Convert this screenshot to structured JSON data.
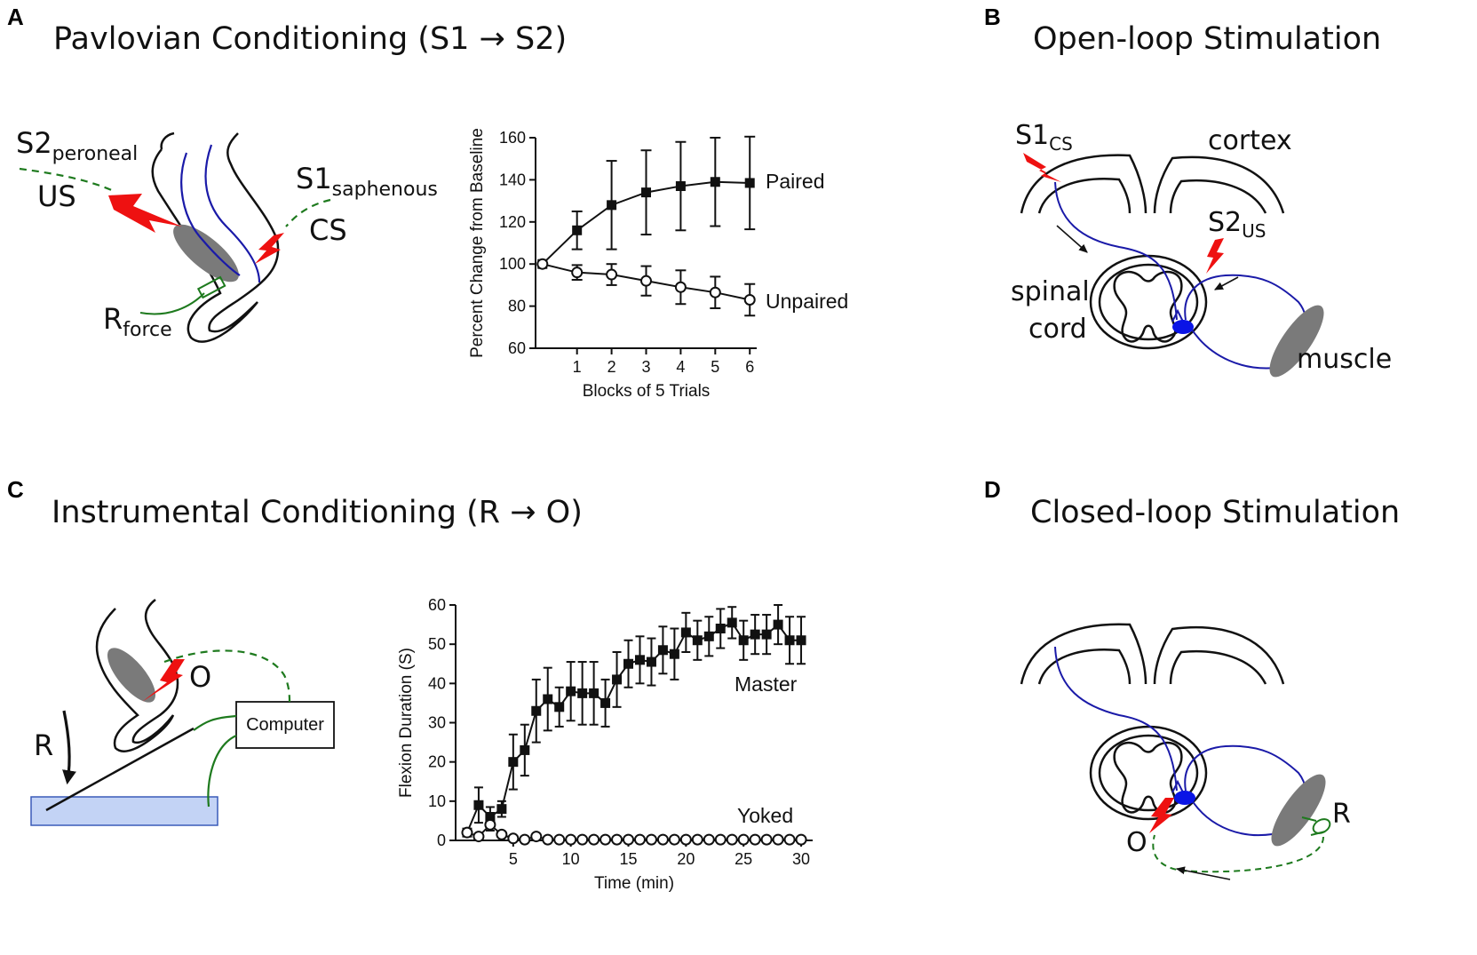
{
  "panels": {
    "A": {
      "letter": "A",
      "title": "Pavlovian Conditioning (S1 → S2)",
      "labels": {
        "s2": "S2",
        "s2_sub": "peroneal",
        "us": "US",
        "s1": "S1",
        "s1_sub": "saphenous",
        "cs": "CS",
        "r": "R",
        "r_sub": "force"
      }
    },
    "B": {
      "letter": "B",
      "title": "Open-loop Stimulation",
      "labels": {
        "s1": "S1",
        "s1_sub": "CS",
        "cortex": "cortex",
        "s2": "S2",
        "s2_sub": "US",
        "spinal": "spinal",
        "cord": "cord",
        "muscle": "muscle"
      }
    },
    "C": {
      "letter": "C",
      "title": "Instrumental Conditioning (R → O)",
      "labels": {
        "o": "O",
        "r": "R",
        "computer": "Computer"
      }
    },
    "D": {
      "letter": "D",
      "title": "Closed-loop Stimulation",
      "labels": {
        "r": "R",
        "o": "O"
      }
    }
  },
  "colors": {
    "neuron": "#1a1aa8",
    "stim": "#ee1111",
    "green": "#1e7a1e",
    "muscle_gray": "#7a7a7a",
    "platform": "#c3d3f5",
    "nucleus": "#0a14e6"
  },
  "chart_data": [
    {
      "type": "line",
      "xlabel": "Blocks of 5 Trials",
      "ylabel": "Percent Change from Baseline",
      "xlim": [
        -0.2,
        6.2
      ],
      "ylim": [
        60,
        160
      ],
      "xticks": [
        1,
        2,
        3,
        4,
        5,
        6
      ],
      "yticks": [
        60,
        80,
        100,
        120,
        140,
        160
      ],
      "series": [
        {
          "name": "Paired",
          "marker": "filled-square",
          "x": [
            0,
            1,
            2,
            3,
            4,
            5,
            6
          ],
          "y": [
            100,
            116,
            128,
            134,
            137,
            139,
            138.5
          ],
          "err": [
            0,
            9,
            21,
            20,
            21,
            21,
            22
          ]
        },
        {
          "name": "Unpaired",
          "marker": "open-circle",
          "x": [
            0,
            1,
            2,
            3,
            4,
            5,
            6
          ],
          "y": [
            100,
            96,
            95,
            92,
            89,
            86.5,
            83
          ],
          "err": [
            0,
            3.5,
            5,
            7,
            8,
            7.5,
            7.5
          ]
        }
      ]
    },
    {
      "type": "line",
      "xlabel": "Time (min)",
      "ylabel": "Flexion Duration (S)",
      "xlim": [
        0,
        31
      ],
      "ylim": [
        0,
        60
      ],
      "xticks": [
        5,
        10,
        15,
        20,
        25,
        30
      ],
      "yticks": [
        0,
        10,
        20,
        30,
        40,
        50,
        60
      ],
      "series": [
        {
          "name": "Master",
          "marker": "filled-square",
          "x": [
            1,
            2,
            3,
            4,
            5,
            6,
            7,
            8,
            9,
            10,
            11,
            12,
            13,
            14,
            15,
            16,
            17,
            18,
            19,
            20,
            21,
            22,
            23,
            24,
            25,
            26,
            27,
            28,
            29,
            30
          ],
          "y": [
            2,
            9,
            6,
            8,
            20,
            23,
            33,
            36,
            34,
            38,
            37.5,
            37.5,
            35,
            41,
            45,
            46,
            45.5,
            48.5,
            47.5,
            53,
            51,
            52,
            54,
            55.5,
            51,
            52.5,
            52.5,
            55,
            51,
            51
          ],
          "err": [
            0,
            4.5,
            2.5,
            2,
            7,
            6.5,
            8,
            8,
            5,
            7.5,
            8,
            8,
            6,
            7,
            6,
            6,
            6,
            6,
            6.5,
            5,
            5,
            5,
            5,
            4,
            5,
            5,
            5,
            5,
            6,
            6
          ]
        },
        {
          "name": "Yoked",
          "marker": "open-circle",
          "x": [
            1,
            2,
            3,
            4,
            5,
            6,
            7,
            8,
            9,
            10,
            11,
            12,
            13,
            14,
            15,
            16,
            17,
            18,
            19,
            20,
            21,
            22,
            23,
            24,
            25,
            26,
            27,
            28,
            29,
            30
          ],
          "y": [
            2,
            1,
            4,
            1.5,
            0.5,
            0.2,
            1,
            0.2,
            0.2,
            0.2,
            0.2,
            0.2,
            0.2,
            0.2,
            0.2,
            0.2,
            0.2,
            0.2,
            0.2,
            0.2,
            0.2,
            0.2,
            0.2,
            0.2,
            0.2,
            0.2,
            0.2,
            0.2,
            0.2,
            0.2
          ],
          "err": [
            0,
            0,
            1.5,
            0,
            0,
            0,
            0,
            0,
            0,
            0,
            0,
            0,
            0,
            0,
            0,
            0,
            0,
            0,
            0,
            0,
            0,
            0,
            0,
            0,
            0,
            0,
            0,
            0,
            0,
            0
          ]
        }
      ]
    }
  ]
}
